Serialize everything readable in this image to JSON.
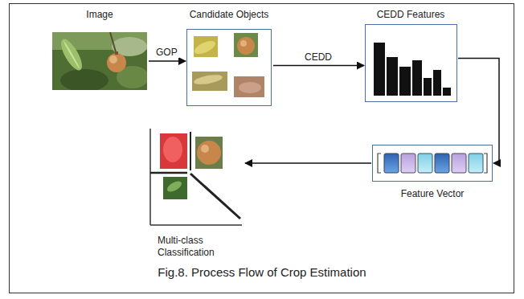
{
  "diagram": {
    "caption": "Fig.8. Process Flow of Crop Estimation",
    "nodes": [
      {
        "text": [
          "Image"
        ]
      },
      {
        "text": [
          "Candidate Objects"
        ]
      },
      {
        "text": [
          "CEDD Features"
        ]
      },
      {
        "text": [
          "Feature Vector"
        ]
      },
      {
        "text": [
          "Multi-class Classification"
        ]
      }
    ],
    "edges": [
      {
        "from": 0,
        "to": 1,
        "label": "GOP",
        "arrow": "to"
      },
      {
        "from": 1,
        "to": 2,
        "label": "CEDD",
        "arrow": "to"
      },
      {
        "from": 2,
        "to": 3,
        "arrow": "to"
      },
      {
        "from": 3,
        "to": 4,
        "arrow": "to"
      }
    ]
  }
}
